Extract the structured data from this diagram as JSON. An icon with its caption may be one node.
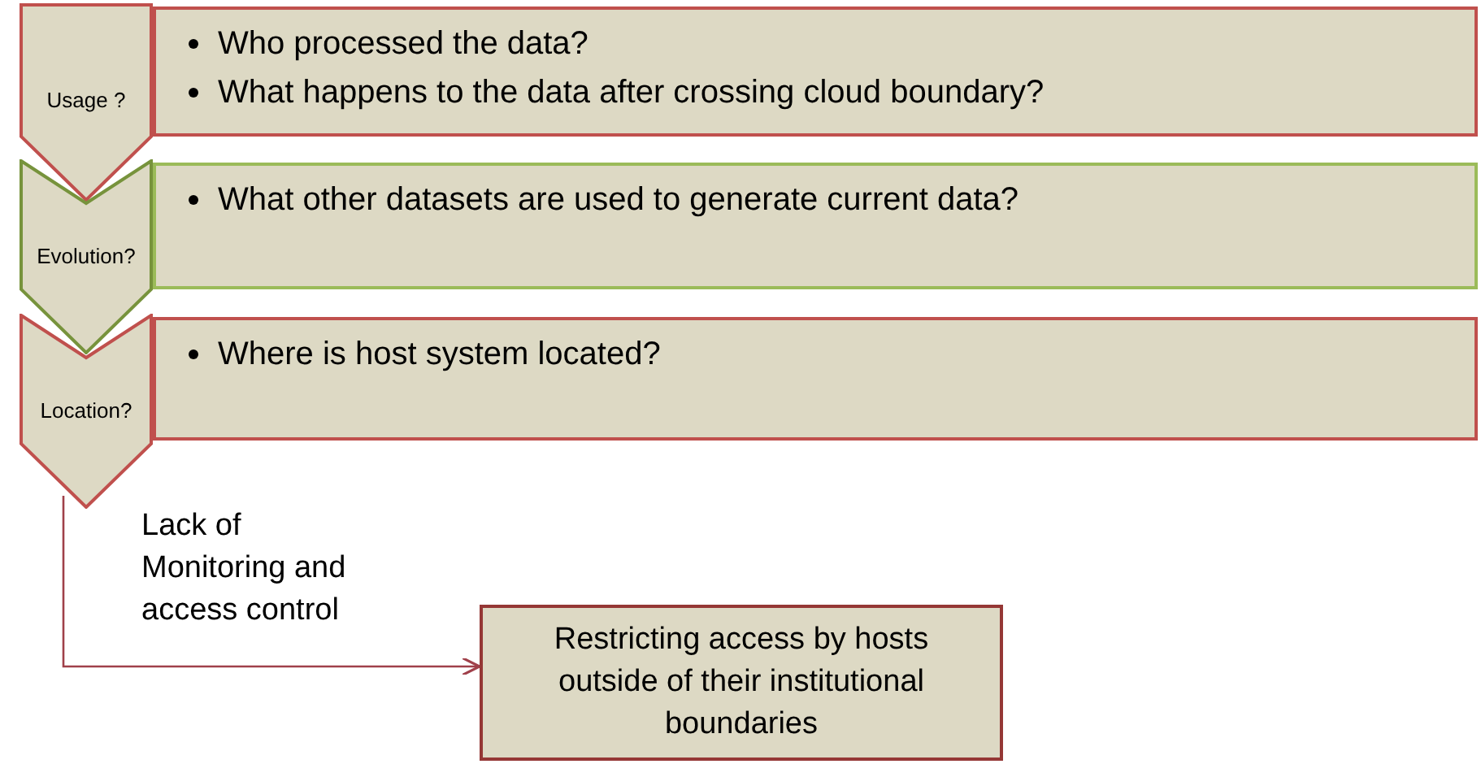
{
  "diagram": {
    "nodes": [
      {
        "text": [
          "Usage ?"
        ]
      },
      {
        "text": [
          "Who processed the data?",
          "What happens to the data after crossing cloud boundary?"
        ]
      },
      {
        "text": [
          "Evolution?"
        ]
      },
      {
        "text": [
          "What other datasets are used to generate current data?"
        ]
      },
      {
        "text": [
          "Location?"
        ]
      },
      {
        "text": [
          "Where is host system located?"
        ]
      },
      {
        "text": [
          "Restricting access by hosts outside of their institutional boundaries"
        ]
      }
    ],
    "edges": [
      {
        "from": 4,
        "to": 6,
        "arrow": "to",
        "label": "Lack of Monitoring and access control"
      }
    ]
  }
}
